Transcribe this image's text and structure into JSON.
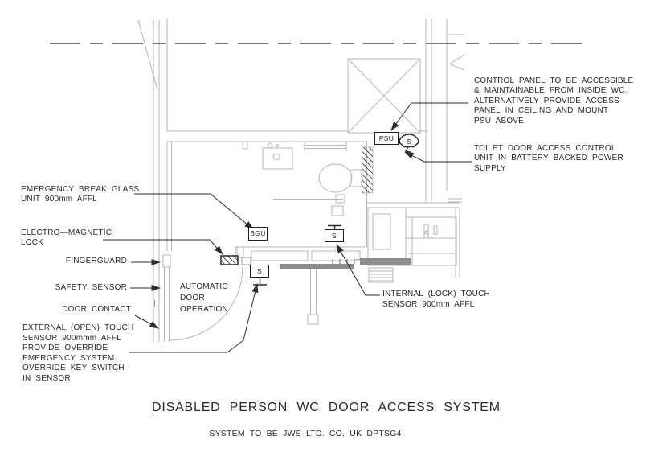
{
  "drawing": {
    "title": "DISABLED PERSON WC DOOR ACCESS SYSTEM",
    "subtitle": "SYSTEM TO BE JWS LTD. CO. UK DPTSG4",
    "colors": {
      "line_dark": "#2a2a2a",
      "line_light": "#b5b5b5",
      "background": "#ffffff"
    },
    "tags": {
      "psu": "PSU",
      "bgu": "BGU",
      "sensor": "S"
    },
    "labels": {
      "control_panel": {
        "lines": [
          "CONTROL PANEL TO BE ACCESSIBLE",
          "& MAINTAINABLE FROM INSIDE WC.",
          "ALTERNATIVELY PROVIDE ACCESS",
          "PANEL IN CEILING AND MOUNT",
          "PSU ABOVE"
        ]
      },
      "toilet_door_unit": {
        "lines": [
          "TOILET DOOR ACCESS CONTROL",
          "UNIT IN BATTERY BACKED POWER",
          "SUPPLY"
        ]
      },
      "emergency_break_glass": {
        "lines": [
          "EMERGENCY BREAK GLASS",
          "UNIT 900mm AFFL"
        ]
      },
      "electro_magnetic_lock": {
        "lines": [
          "ELECTRO—MAGNETIC",
          "LOCK"
        ]
      },
      "fingerguard": "FINGERGUARD",
      "safety_sensor": "SAFETY SENSOR",
      "door_contact": "DOOR CONTACT",
      "external_touch_sensor": {
        "lines": [
          "EXTERNAL (OPEN) TOUCH",
          "SENSOR 900mmm AFFL",
          "PROVIDE OVERRIDE",
          "EMERGENCY SYSTEM.",
          "OVERRIDE KEY SWITCH",
          "IN SENSOR"
        ]
      },
      "automatic_door": {
        "lines": [
          "AUTOMATIC",
          "DOOR",
          "OPERATION"
        ]
      },
      "internal_touch_sensor": {
        "lines": [
          "INTERNAL (LOCK) TOUCH",
          "SENSOR 900mm AFFL"
        ]
      }
    }
  }
}
